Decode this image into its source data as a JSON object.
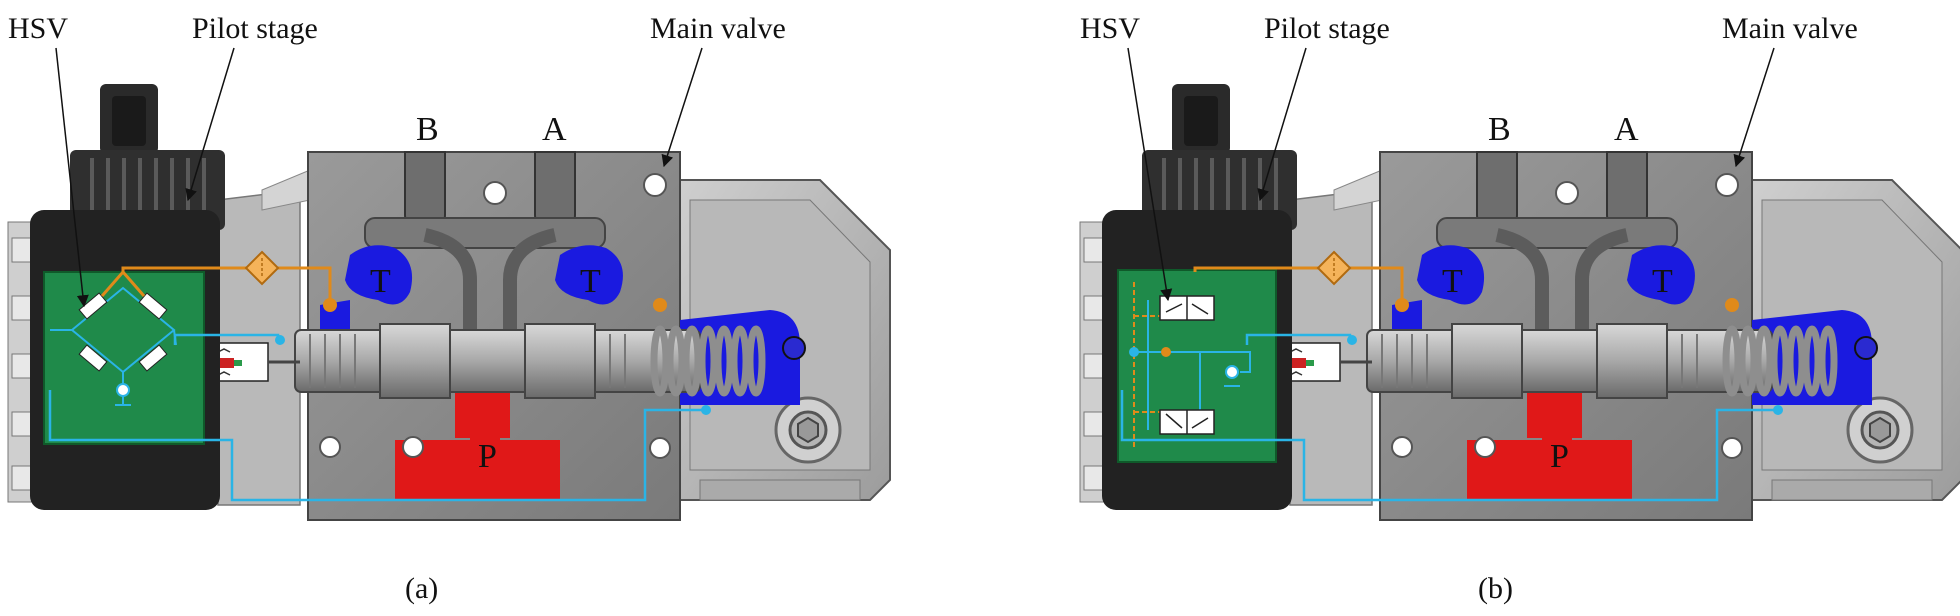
{
  "panels": [
    {
      "callouts": {
        "hsv": "HSV",
        "pilot": "Pilot stage",
        "main": "Main valve"
      },
      "ports": {
        "b": "B",
        "a": "A",
        "t_left": "T",
        "t_right": "T",
        "p": "P"
      },
      "caption": "(a)",
      "pilot_circuit": "bridge"
    },
    {
      "callouts": {
        "hsv": "HSV",
        "pilot": "Pilot stage",
        "main": "Main valve"
      },
      "ports": {
        "b": "B",
        "a": "A",
        "t_left": "T",
        "t_right": "T",
        "p": "P"
      },
      "caption": "(b)",
      "pilot_circuit": "dual-valve"
    }
  ],
  "colors": {
    "body_gray": "#8a8a8a",
    "dark_housing": "#2a2a2a",
    "pilot_green": "#1f8a4a",
    "pressure_red": "#e01818",
    "tank_blue": "#1a1ae0",
    "signal_cyan": "#2ab4e6",
    "pilot_orange": "#e08a1a"
  }
}
